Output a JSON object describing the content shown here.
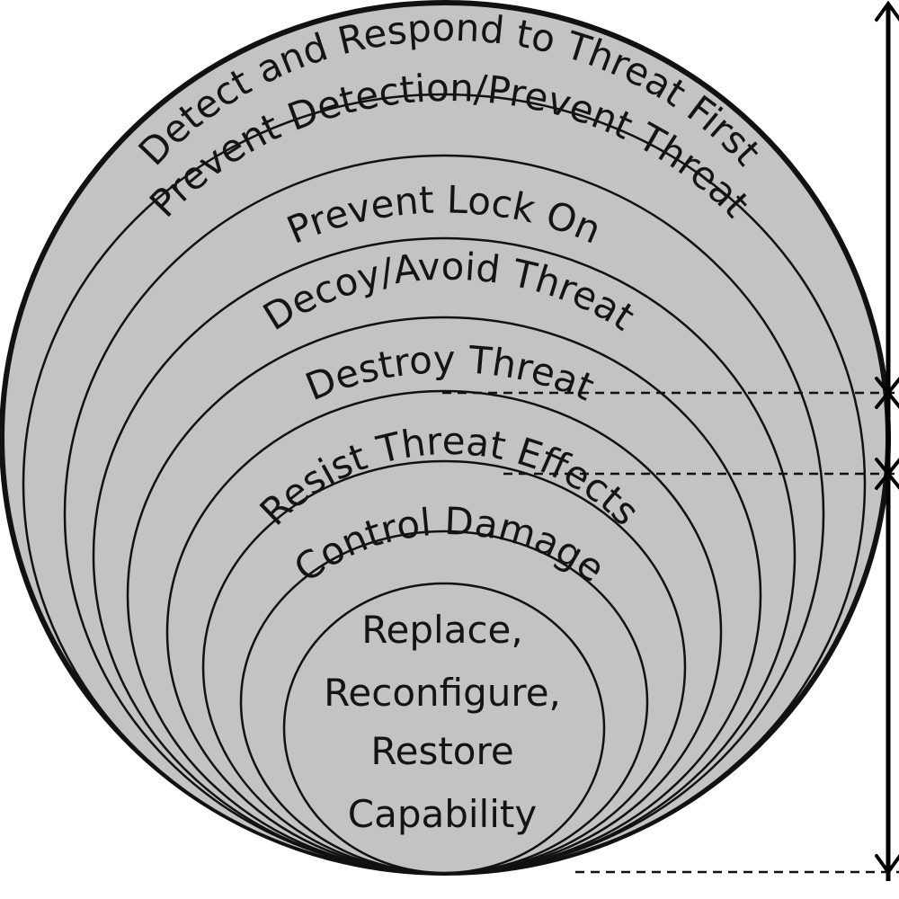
{
  "layers": [
    {
      "id": "layer-1",
      "label": "Detect and Respond to Threat First"
    },
    {
      "id": "layer-2",
      "label": "Prevent Detection/Prevent Threat"
    },
    {
      "id": "layer-3",
      "label": "Prevent Lock On"
    },
    {
      "id": "layer-4",
      "label": "Decoy/Avoid Threat"
    },
    {
      "id": "layer-5",
      "label": "Destroy Threat"
    },
    {
      "id": "layer-6",
      "label": "Resist Threat Effects"
    },
    {
      "id": "layer-7",
      "label": "Control Damage"
    }
  ],
  "core": {
    "lines": [
      "Replace,",
      "Reconfigure,",
      "Restore",
      "Capability"
    ]
  },
  "colors": {
    "fill": "#c3c3c3",
    "stroke": "#111111"
  }
}
